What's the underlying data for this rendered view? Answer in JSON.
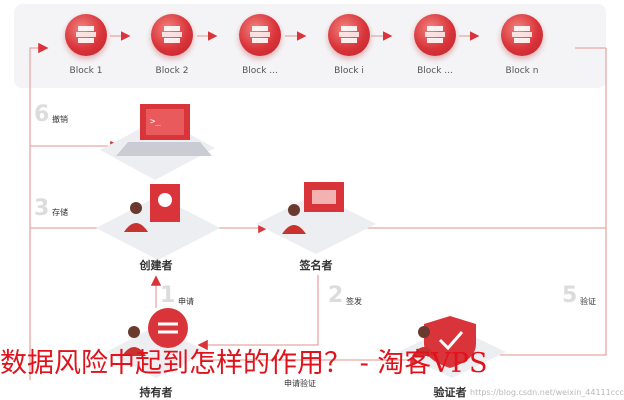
{
  "blocks": [
    {
      "label": "Block 1"
    },
    {
      "label": "Block 2"
    },
    {
      "label": "Block ..."
    },
    {
      "label": "Block i"
    },
    {
      "label": "Block ..."
    },
    {
      "label": "Block n"
    }
  ],
  "steps": {
    "s6": {
      "num": "6",
      "text": "撤销"
    },
    "s3": {
      "num": "3",
      "text": "存储"
    },
    "s1": {
      "num": "1",
      "text": "申请"
    },
    "s2": {
      "num": "2",
      "text": "签发"
    },
    "s5": {
      "num": "5",
      "text": "验证"
    },
    "s4": {
      "text": "申请验证"
    }
  },
  "roles": {
    "creator": "创建者",
    "signer": "签名者",
    "holder": "持有者",
    "verifier": "验证者"
  },
  "overlay_title": "数据风险中起到怎样的作用？ - 淘客VPS",
  "watermark": "https://blog.csdn.net/weixin_44111ccc",
  "colors": {
    "accent": "#d9343a",
    "line": "#e8a7a5",
    "overlay": "#e0121c"
  }
}
